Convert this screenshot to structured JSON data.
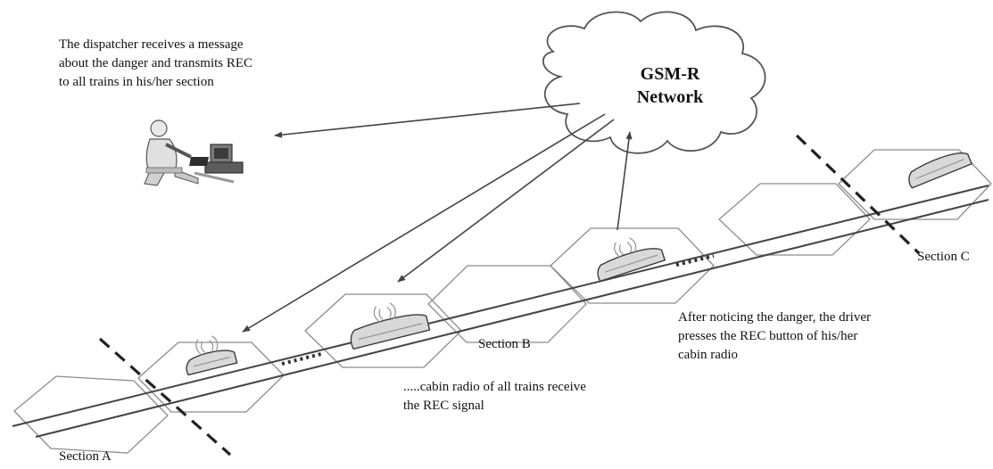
{
  "cloud": {
    "line1": "GSM-R",
    "line2": "Network"
  },
  "dispatcher_note": {
    "line1": "The dispatcher receives a message",
    "line2": "about the danger and transmits REC",
    "line3": "to all trains in his/her section"
  },
  "driver_note": {
    "line1": "After noticing the danger, the driver",
    "line2": "presses the REC button of his/her",
    "line3": "cabin radio"
  },
  "cabin_note": {
    "line1": ".....cabin radio of all trains receive",
    "line2": "the REC signal"
  },
  "sections": {
    "a": "Section A",
    "b": "Section B",
    "c": "Section C"
  },
  "icons": {
    "dispatcher": "dispatcher-workstation-icon",
    "train": "train-with-antenna-icon",
    "cloud": "network-cloud-icon"
  },
  "colors": {
    "line": "#444444",
    "cell": "#8c8c8c",
    "train": "#d9d9d9"
  }
}
